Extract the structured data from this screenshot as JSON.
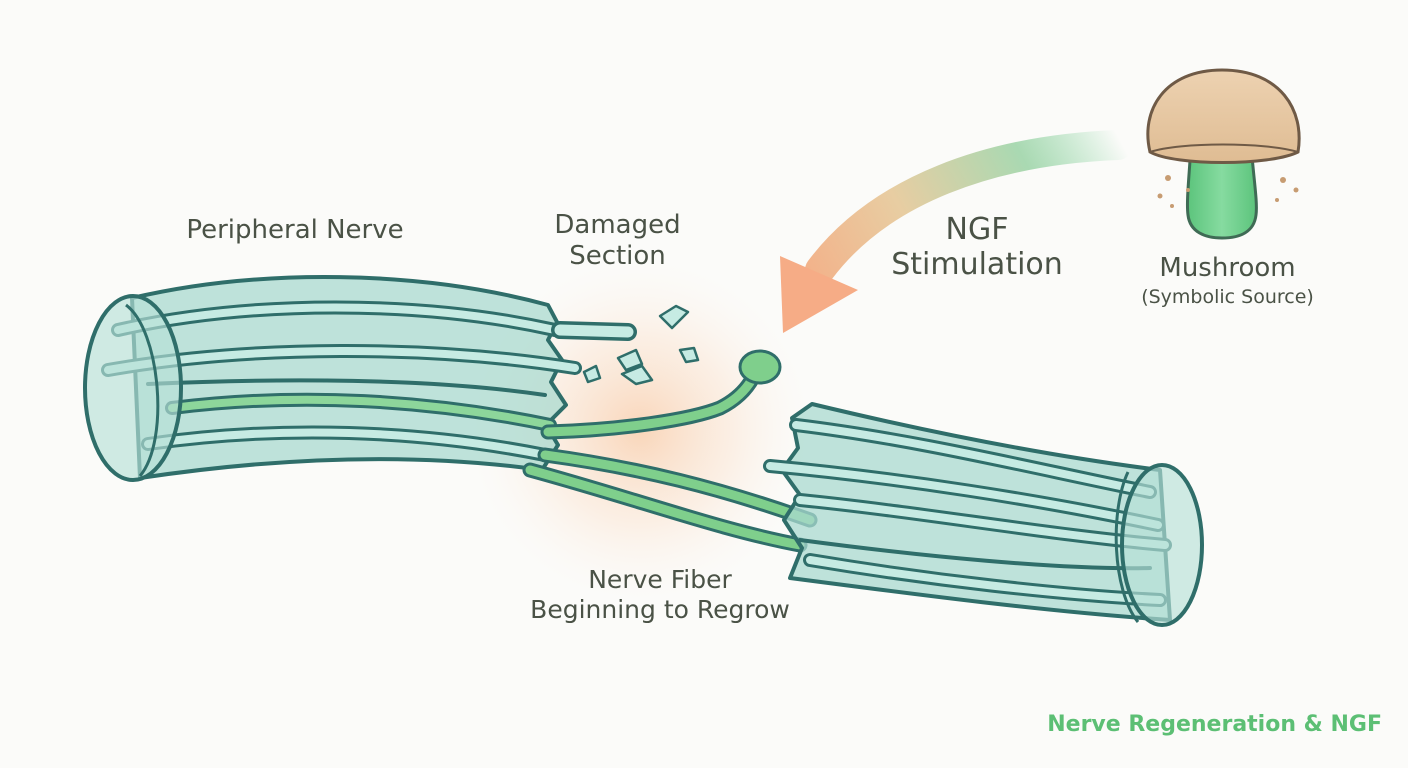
{
  "labels": {
    "peripheral_nerve": "Peripheral Nerve",
    "damaged_section": [
      "Damaged",
      "Section"
    ],
    "ngf_stimulation": [
      "NGF",
      "Stimulation"
    ],
    "mushroom": "Mushroom",
    "mushroom_sub": "(Symbolic Source)",
    "nerve_fiber": [
      "Nerve Fiber",
      "Beginning to Regrow"
    ]
  },
  "footer_title": "Nerve Regeneration & NGF",
  "colors": {
    "nerve_fill": "#a9d9cf",
    "nerve_stroke": "#2f6e6a",
    "regrow_fiber": "#7fcf8c",
    "arrow_start": "#7fcf9a",
    "arrow_end": "#f4a77b",
    "damage_glow": "#f8c9a4",
    "mushroom_cap": "#e6c8a4",
    "mushroom_stem": "#6fcf8a",
    "footer_text": "#5cbf74"
  }
}
